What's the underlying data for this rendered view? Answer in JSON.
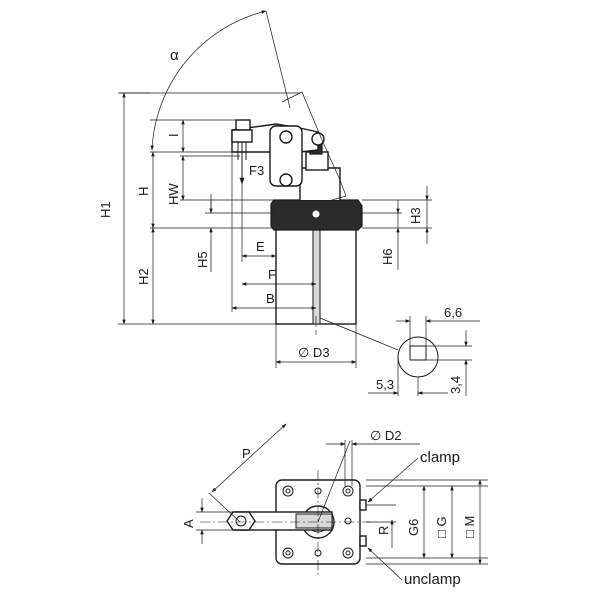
{
  "side_view": {
    "angle_label": "α",
    "labels": {
      "H1": "H1",
      "H": "H",
      "I": "I",
      "HW": "HW",
      "H2": "H2",
      "H5": "H5",
      "E": "E",
      "F": "F",
      "B": "B",
      "F3": "F3",
      "D3": "∅ D3",
      "H3": "H3",
      "H6": "H6"
    }
  },
  "detail_view": {
    "width": "6,6",
    "offset": "5,3",
    "height": "3,4"
  },
  "top_view": {
    "labels": {
      "P": "P",
      "A": "A",
      "D2": "∅ D2",
      "R": "R",
      "G6": "G6",
      "G": "□ G",
      "M": "□ M"
    },
    "callouts": {
      "clamp": "clamp",
      "unclamp": "unclamp"
    }
  }
}
